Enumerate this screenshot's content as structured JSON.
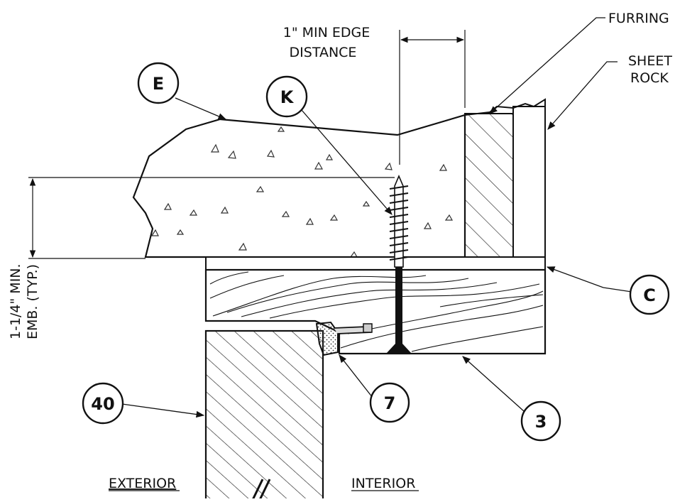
{
  "labels": {
    "furring": "FURRING",
    "sheetrock_line1": "SHEET",
    "sheetrock_line2": "ROCK",
    "edge_distance_line1": "1\" MIN EDGE",
    "edge_distance_line2": "DISTANCE",
    "embedment_line1": "1-1/4\" MIN.",
    "embedment_line2": "EMB. (TYP.)",
    "exterior": "EXTERIOR",
    "interior": "INTERIOR"
  },
  "callouts": {
    "e": "E",
    "k": "K",
    "c": "C",
    "seven": "7",
    "three": "3",
    "forty": "40"
  }
}
